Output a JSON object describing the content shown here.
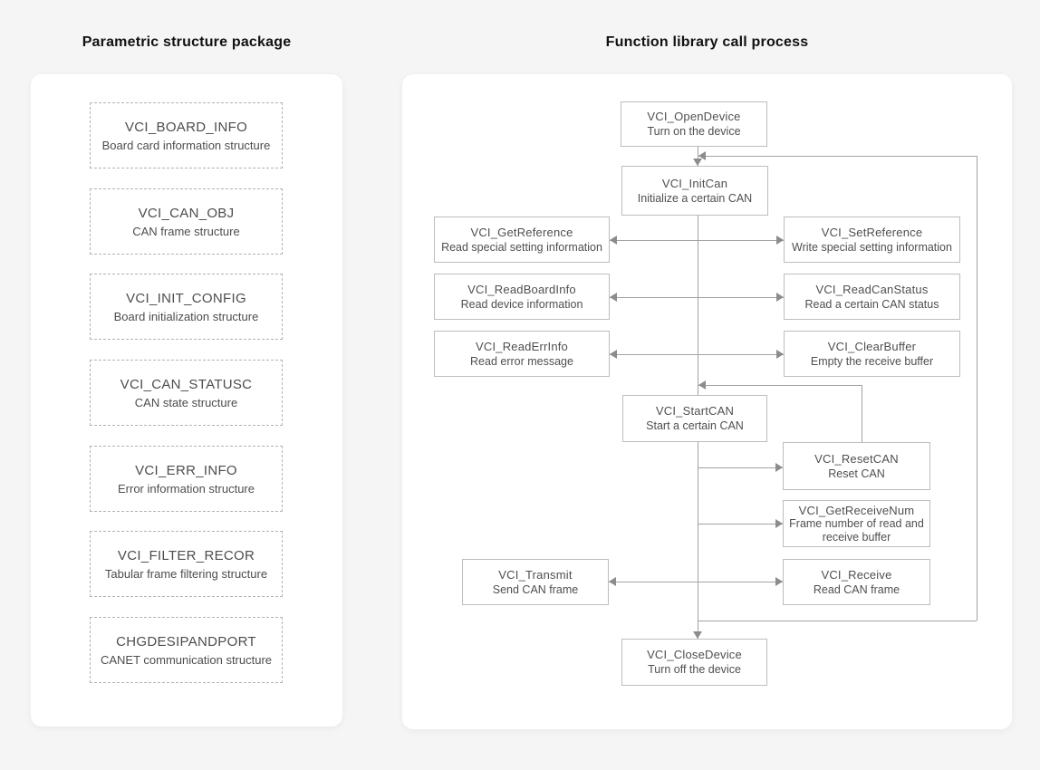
{
  "left_panel": {
    "title": "Parametric structure package",
    "items": [
      {
        "name": "VCI_BOARD_INFO",
        "desc": "Board card information structure"
      },
      {
        "name": "VCI_CAN_OBJ",
        "desc": "CAN frame structure"
      },
      {
        "name": "VCI_INIT_CONFIG",
        "desc": "Board initialization structure"
      },
      {
        "name": "VCI_CAN_STATUSC",
        "desc": "CAN state structure"
      },
      {
        "name": "VCI_ERR_INFO",
        "desc": "Error information structure"
      },
      {
        "name": "VCI_FILTER_RECOR",
        "desc": "Tabular frame filtering structure"
      },
      {
        "name": "CHGDESIPANDPORT",
        "desc": "CANET communication structure"
      }
    ]
  },
  "flow_panel": {
    "title": "Function library call process",
    "nodes": {
      "open_device": {
        "name": "VCI_OpenDevice",
        "desc": "Turn on the device"
      },
      "init_can": {
        "name": "VCI_InitCan",
        "desc": "Initialize a certain CAN"
      },
      "get_reference": {
        "name": "VCI_GetReference",
        "desc": "Read special setting information"
      },
      "set_reference": {
        "name": "VCI_SetReference",
        "desc": "Write special setting information"
      },
      "read_board_info": {
        "name": "VCI_ReadBoardInfo",
        "desc": "Read device information"
      },
      "read_can_status": {
        "name": "VCI_ReadCanStatus",
        "desc": "Read a certain CAN status"
      },
      "read_err_info": {
        "name": "VCI_ReadErrInfo",
        "desc": "Read error message"
      },
      "clear_buffer": {
        "name": "VCI_ClearBuffer",
        "desc": "Empty the receive buffer"
      },
      "start_can": {
        "name": "VCI_StartCAN",
        "desc": "Start a certain CAN"
      },
      "reset_can": {
        "name": "VCI_ResetCAN",
        "desc": "Reset CAN"
      },
      "get_receive_num": {
        "name": "VCI_GetReceiveNum",
        "desc": "Frame number of read and receive buffer"
      },
      "transmit": {
        "name": "VCI_Transmit",
        "desc": "Send CAN frame"
      },
      "receive": {
        "name": "VCI_Receive",
        "desc": "Read CAN frame"
      },
      "close_device": {
        "name": "VCI_CloseDevice",
        "desc": "Turn off the device"
      }
    }
  },
  "colors": {
    "background": "#f5f5f6",
    "card": "#ffffff",
    "connector": "#a3a3a3",
    "box_border": "#bdbdbd",
    "dashed_border": "#b3b3b3",
    "text": "#4f4f4f",
    "title_text": "#111111"
  }
}
